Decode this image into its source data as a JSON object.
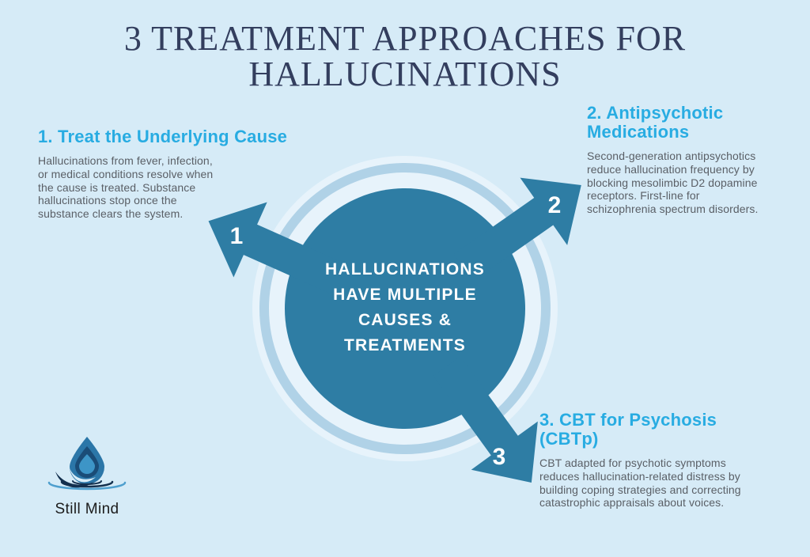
{
  "title": {
    "line1": "3 TREATMENT APPROACHES FOR",
    "line2": "HALLUCINATIONS"
  },
  "center": {
    "lines": [
      "HALLUCINATIONS",
      "HAVE MULTIPLE",
      "CAUSES &",
      "TREATMENTS"
    ]
  },
  "sections": [
    {
      "number": "1",
      "heading": "1. Treat the Underlying Cause",
      "body": "Hallucinations from fever, infection, or medical conditions resolve when the cause is treated. Substance hallucinations stop once the substance clears the system."
    },
    {
      "number": "2",
      "heading": "2. Antipsychotic Medications",
      "body": "Second-generation antipsychotics reduce hallucination frequency by blocking mesolimbic D2 dopamine receptors. First-line for schizophrenia spectrum disorders."
    },
    {
      "number": "3",
      "heading": "3. CBT for Psychosis (CBTp)",
      "body": "CBT adapted for psychotic symptoms reduces hallucination-related distress by building coping strategies and correcting catastrophic appraisals about voices."
    }
  ],
  "logo": {
    "name": "Still Mind"
  },
  "colors": {
    "background": "#d6ebf7",
    "title_navy": "#333e5e",
    "heading_cyan": "#28ace2",
    "body_gray": "#5a5f66",
    "hub_teal": "#2e7da4",
    "ring_blue": "#b0d2e7",
    "halo_blue": "#e7f3fb",
    "center_text": "#ffffff"
  }
}
